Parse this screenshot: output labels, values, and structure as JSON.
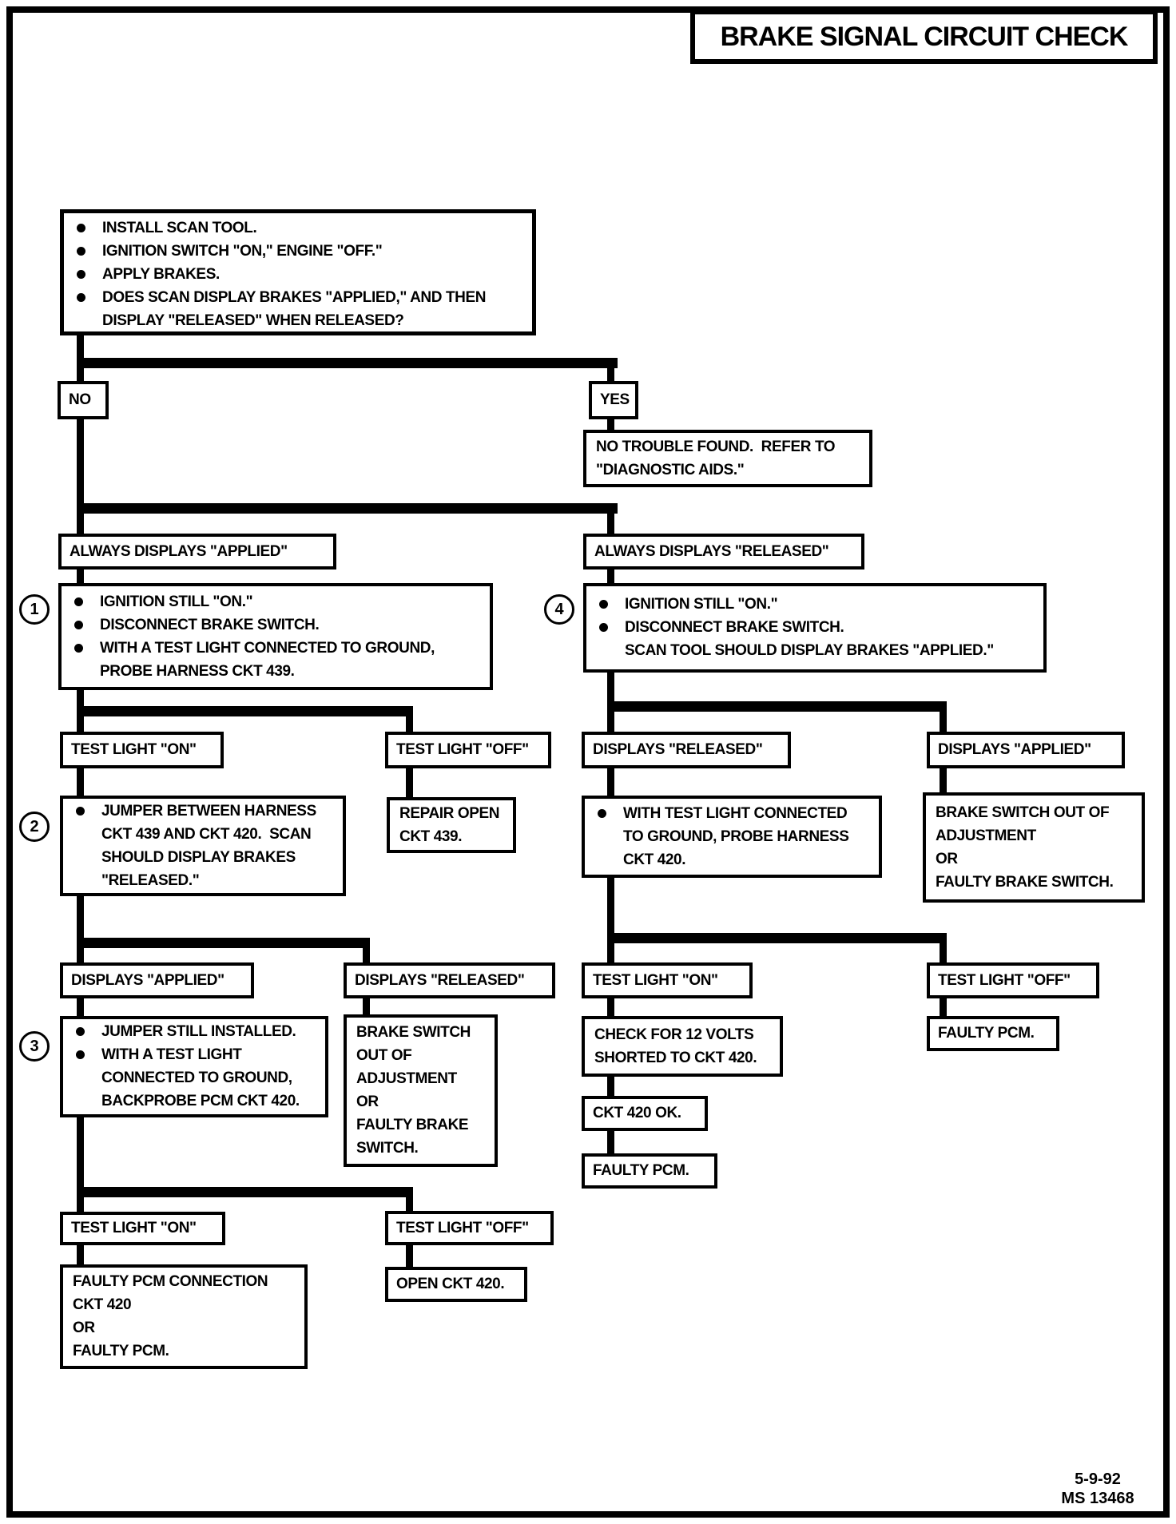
{
  "colors": {
    "ink": "#000000",
    "paper": "#ffffff"
  },
  "title": "BRAKE SIGNAL CIRCUIT CHECK",
  "footer": {
    "date": "5-9-92",
    "ref": "MS 13468"
  },
  "step_badges": [
    "1",
    "2",
    "3",
    "4"
  ],
  "nodes": {
    "start": {
      "lines": [
        "INSTALL SCAN TOOL.",
        "IGNITION SWITCH \"ON,\" ENGINE \"OFF.\"",
        "APPLY BRAKES.",
        "DOES SCAN DISPLAY BRAKES \"APPLIED,\" AND THEN",
        "DISPLAY \"RELEASED\" WHEN RELEASED?"
      ]
    },
    "no_label": "NO",
    "yes_label": "YES",
    "no_trouble": {
      "lines": [
        "NO TROUBLE FOUND.  REFER TO",
        "\"DIAGNOSTIC AIDS.\""
      ]
    },
    "always_applied": "ALWAYS DISPLAYS \"APPLIED\"",
    "always_released": "ALWAYS DISPLAYS \"RELEASED\"",
    "step1": {
      "lines": [
        "IGNITION STILL \"ON.\"",
        "DISCONNECT BRAKE SWITCH.",
        "WITH A TEST LIGHT CONNECTED TO GROUND,",
        "PROBE HARNESS CKT 439."
      ]
    },
    "step4": {
      "lines": [
        "IGNITION STILL \"ON.\"",
        "DISCONNECT BRAKE SWITCH.",
        "SCAN TOOL SHOULD DISPLAY BRAKES \"APPLIED.\""
      ]
    },
    "test_light_on": "TEST LIGHT \"ON\"",
    "test_light_off": "TEST LIGHT \"OFF\"",
    "displays_applied": "DISPLAYS \"APPLIED\"",
    "displays_released": "DISPLAYS \"RELEASED\"",
    "step2": {
      "lines": [
        "JUMPER BETWEEN HARNESS",
        "CKT 439 AND CKT 420.  SCAN",
        "SHOULD DISPLAY BRAKES",
        "\"RELEASED.\""
      ]
    },
    "repair_open": {
      "lines": [
        "REPAIR OPEN",
        "CKT 439."
      ]
    },
    "probe_420": {
      "lines": [
        "WITH TEST LIGHT CONNECTED",
        "TO GROUND, PROBE HARNESS",
        "CKT 420."
      ]
    },
    "brake_switch_right": {
      "lines": [
        "BRAKE SWITCH OUT OF",
        "ADJUSTMENT",
        "OR",
        "FAULTY BRAKE SWITCH."
      ]
    },
    "step3": {
      "lines": [
        "JUMPER STILL INSTALLED.",
        "WITH A TEST LIGHT",
        "CONNECTED TO GROUND,",
        "BACKPROBE PCM CKT 420."
      ]
    },
    "brake_switch_left": {
      "lines": [
        "BRAKE SWITCH",
        "OUT OF",
        "ADJUSTMENT",
        "OR",
        "FAULTY BRAKE",
        "SWITCH."
      ]
    },
    "check_12v": {
      "lines": [
        "CHECK FOR 12 VOLTS",
        "SHORTED TO CKT 420."
      ]
    },
    "ckt420_ok": "CKT 420 OK.",
    "faulty_pcm": "FAULTY PCM.",
    "faulty_pcm_connection": {
      "lines": [
        "FAULTY PCM CONNECTION",
        "CKT 420",
        "OR",
        "FAULTY PCM."
      ]
    },
    "open_ckt420": "OPEN CKT 420."
  }
}
